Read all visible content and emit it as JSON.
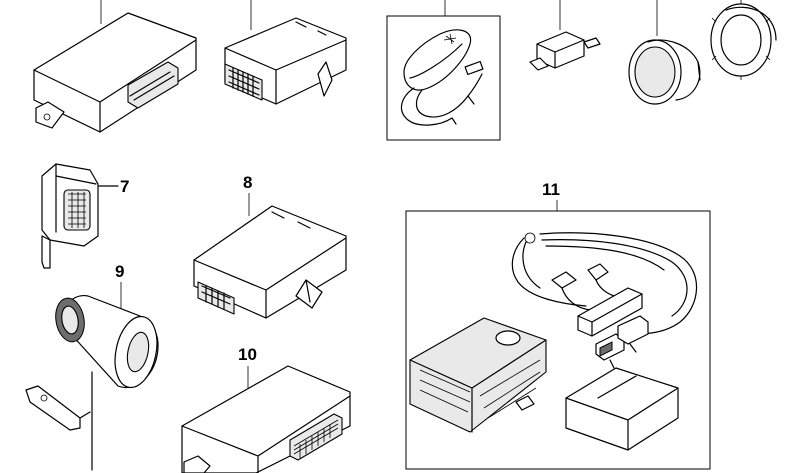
{
  "diagram": {
    "callouts": [
      {
        "id": "7",
        "label": "7"
      },
      {
        "id": "8",
        "label": "8"
      },
      {
        "id": "9",
        "label": "9"
      },
      {
        "id": "10",
        "label": "10"
      },
      {
        "id": "11",
        "label": "11"
      }
    ],
    "parts": [
      {
        "name": "control-unit-top-left",
        "icon": "module-box"
      },
      {
        "name": "connector-module-top",
        "icon": "connector-box"
      },
      {
        "name": "antenna-sensor-kit",
        "icon": "sensor-with-cable"
      },
      {
        "name": "small-relay-top",
        "icon": "relay"
      },
      {
        "name": "ring-and-nut-top-right",
        "icon": "ring-nut"
      },
      {
        "name": "part-7-sensor",
        "icon": "sensor-pad"
      },
      {
        "name": "part-8-control-module",
        "icon": "connector-box"
      },
      {
        "name": "part-9-siren-horn",
        "icon": "horn"
      },
      {
        "name": "part-10-control-unit",
        "icon": "module-box"
      },
      {
        "name": "part-11-retrofit-kit",
        "icon": "wiring-harness-kit"
      }
    ]
  }
}
